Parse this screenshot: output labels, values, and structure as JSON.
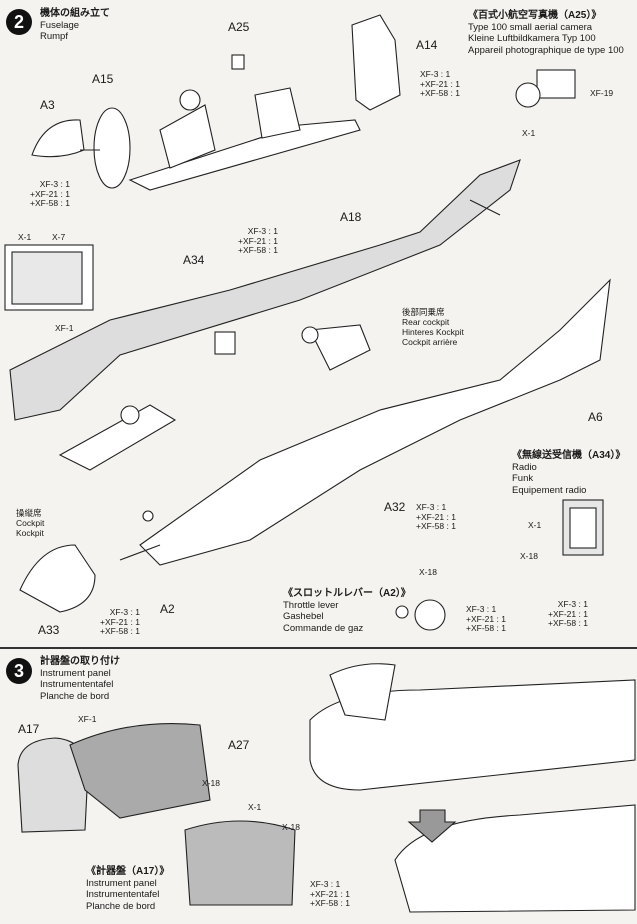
{
  "step2": {
    "number": "2",
    "title_jp": "機体の組み立て",
    "title_en": "Fuselage",
    "title_de": "Rumpf"
  },
  "camera": {
    "title_jp": "《百式小航空写真機（A25）》",
    "title_en": "Type 100 small aerial camera",
    "title_de": "Kleine Luftbildkamera Typ 100",
    "title_fr": "Appareil photographique de type 100",
    "paint": "XF-19",
    "paint2": "X-1"
  },
  "radio": {
    "title_jp": "《無線送受信機（A34）》",
    "title_en": "Radio",
    "title_de": "Funk",
    "title_fr": "Equipement radio",
    "paint_a": "X-1",
    "paint_b": "X-18",
    "mix": [
      "XF-3 : 1",
      "+XF-21 : 1",
      "+XF-58 : 1"
    ]
  },
  "throttle": {
    "title_jp": "《スロットルレバー（A2）》",
    "title_en": "Throttle lever",
    "title_de": "Gashebel",
    "title_fr": "Commande de gaz",
    "paint": "X-18",
    "mix": [
      "XF-3 : 1",
      "+XF-21 : 1",
      "+XF-58 : 1"
    ]
  },
  "rear_cockpit": {
    "jp": "後部同乗席",
    "en": "Rear cockpit",
    "de": "Hinteres Kockpit",
    "fr": "Cockpit arrière"
  },
  "front_cockpit": {
    "jp": "操縦席",
    "en": "Cockpit",
    "de": "Kockpit"
  },
  "parts2": {
    "a3": "A3",
    "a15": "A15",
    "a25": "A25",
    "a14": "A14",
    "a18": "A18",
    "a34": "A34",
    "a6": "A6",
    "a32": "A32",
    "a2": "A2",
    "a33": "A33"
  },
  "mixes2": {
    "a14": [
      "XF-3 : 1",
      "+XF-21 : 1",
      "+XF-58 : 1"
    ],
    "a15": [
      "XF-3 : 1",
      "+XF-21 : 1",
      "+XF-58 : 1"
    ],
    "a18": [
      "XF-3 : 1",
      "+XF-21 : 1",
      "+XF-58 : 1"
    ],
    "a32": [
      "XF-3 : 1",
      "+XF-21 : 1",
      "+XF-58 : 1"
    ],
    "a33": [
      "XF-3 : 1",
      "+XF-21 : 1",
      "+XF-58 : 1"
    ]
  },
  "panel_inset": {
    "x1": "X-1",
    "x7": "X-7",
    "xf1": "XF-1"
  },
  "step3": {
    "number": "3",
    "title_jp": "計器盤の取り付け",
    "title_en": "Instrument panel",
    "title_de": "Instrumententafel",
    "title_fr": "Planche de bord"
  },
  "parts3": {
    "a17": "A17",
    "a27": "A27",
    "xf1": "XF-1",
    "x18": "X-18",
    "x1": "X-1",
    "x18b": "X-18"
  },
  "panel_detail": {
    "title_jp": "《計器盤（A17）》",
    "title_en": "Instrument panel",
    "title_de": "Instrumententafel",
    "title_fr": "Planche de bord",
    "mix": [
      "XF-3 : 1",
      "+XF-21 : 1",
      "+XF-58 : 1"
    ]
  }
}
